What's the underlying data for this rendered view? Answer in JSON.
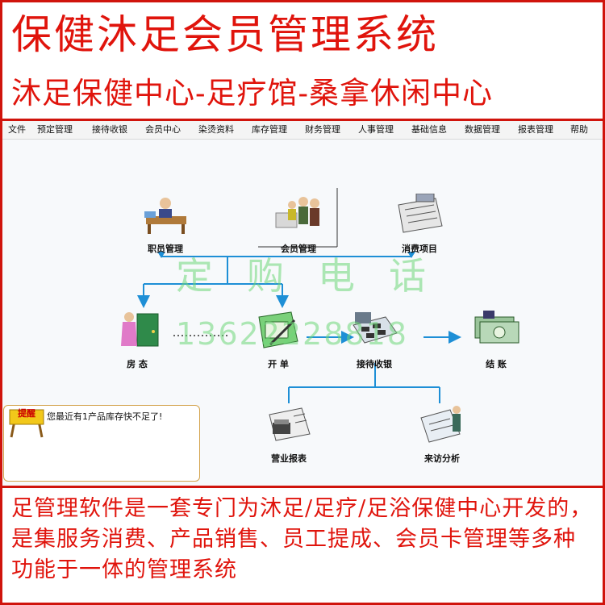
{
  "banner": {
    "title": "保健沐足会员管理系统",
    "subtitle": "沐足保健中心-足疗馆-桑拿休闲中心"
  },
  "menu": [
    {
      "label": "文件"
    },
    {
      "label": "预定管理"
    },
    {
      "label": "接待收银"
    },
    {
      "label": "会员中心"
    },
    {
      "label": "染烫资料"
    },
    {
      "label": "库存管理"
    },
    {
      "label": "财务管理"
    },
    {
      "label": "人事管理"
    },
    {
      "label": "基础信息"
    },
    {
      "label": "数据管理"
    },
    {
      "label": "报表管理"
    },
    {
      "label": "帮助"
    }
  ],
  "nodes": {
    "staff": {
      "label": "职员管理",
      "icon": "staff-desk-icon"
    },
    "member": {
      "label": "会员管理",
      "icon": "member-group-icon"
    },
    "consume": {
      "label": "消费项目",
      "icon": "consume-list-icon"
    },
    "room": {
      "label": "房  态",
      "icon": "room-status-icon"
    },
    "order": {
      "label": "开  单",
      "icon": "open-order-icon"
    },
    "cashier": {
      "label": "接待收银",
      "icon": "cashier-icon"
    },
    "checkout": {
      "label": "结  账",
      "icon": "checkout-icon"
    },
    "report": {
      "label": "营业报表",
      "icon": "report-icon"
    },
    "visit": {
      "label": "来访分析",
      "icon": "visit-analysis-icon"
    }
  },
  "overlay": {
    "phone_label": "定购电话",
    "phone_number": "13622228818"
  },
  "notice": {
    "badge": "提醒",
    "text": "您最近有1产品库存快不足了!"
  },
  "colors": {
    "accent": "#e0140c",
    "flow": "#1e8fd6",
    "watermark": "#6ed778"
  },
  "description": "足管理软件是一套专门为沐足/足疗/足浴保健中心开发的，是集服务消费、产品销售、员工提成、会员卡管理等多种功能于一体的管理系统"
}
